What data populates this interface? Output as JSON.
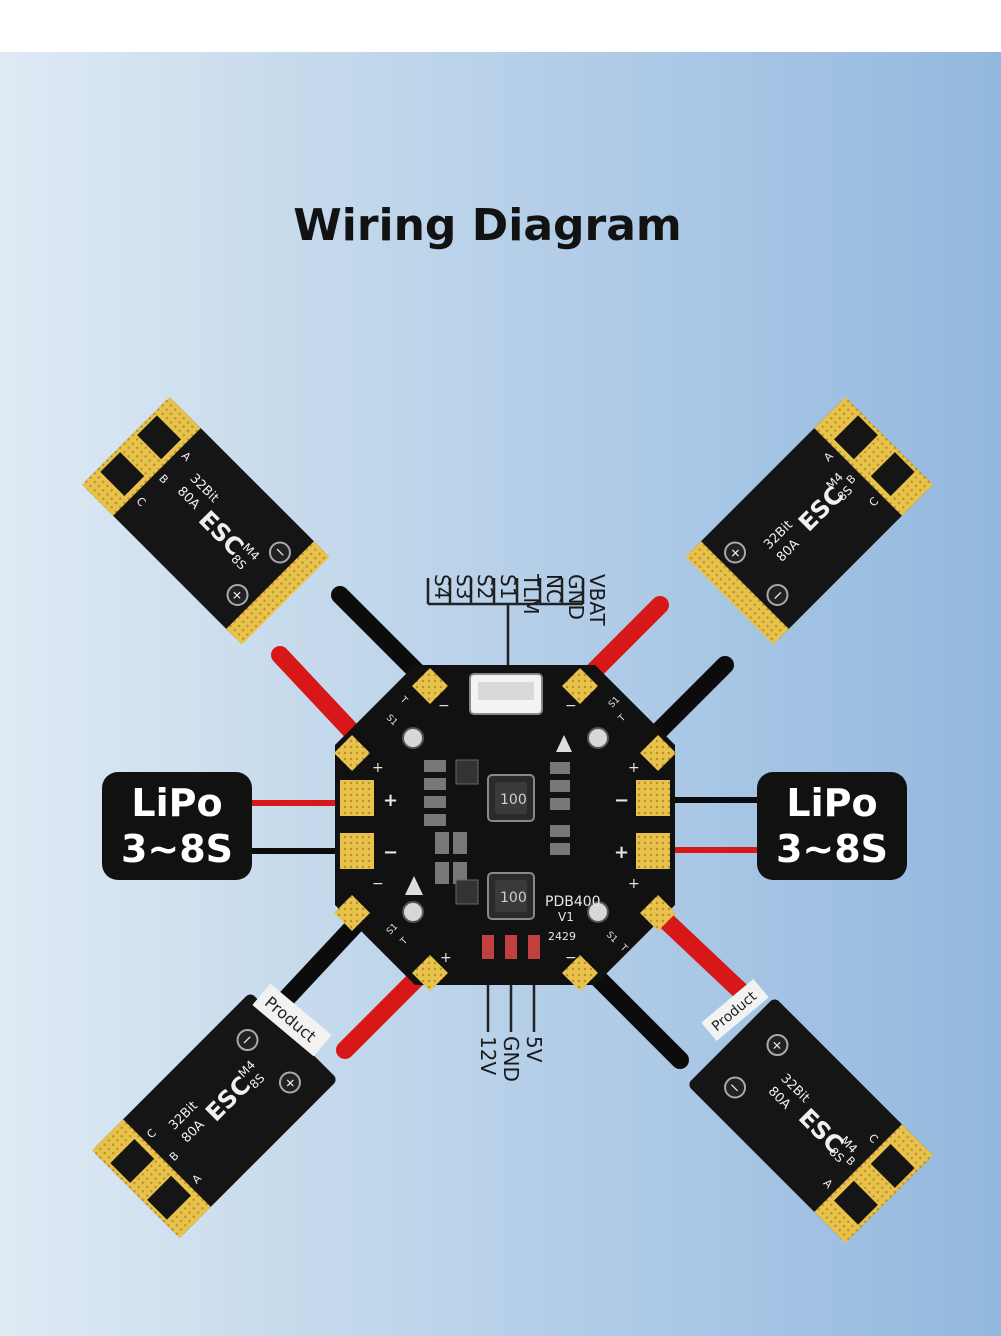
{
  "title": "Wiring Diagram",
  "lipo_left": {
    "line1": "LiPo",
    "line2": "3~8S"
  },
  "lipo_right": {
    "line1": "LiPo",
    "line2": "3~8S"
  },
  "pdb": {
    "model": "PDB400",
    "version": "V1",
    "code": "2429",
    "inductor": "100"
  },
  "signal_header": [
    "VBAT",
    "GND",
    "NC",
    "TLM",
    "S1",
    "S2",
    "S3",
    "S4"
  ],
  "power_header": [
    "5V",
    "GND",
    "12V"
  ],
  "esc": {
    "line1": "32Bit",
    "line2": "80A",
    "brand": "ESC",
    "model": "M4",
    "cells": "8S",
    "pad_a": "A",
    "pad_b": "B",
    "pad_c": "C",
    "plus": "+",
    "minus": "−"
  },
  "board_labels": {
    "plus": "+",
    "minus": "−",
    "s1": "S1",
    "t": "T"
  },
  "sticker": "Product",
  "colors": {
    "board": "#111111",
    "gold": "#e8c24a",
    "red_wire": "#d81818",
    "black_wire": "#0c0c0c",
    "esc": "#151515"
  }
}
